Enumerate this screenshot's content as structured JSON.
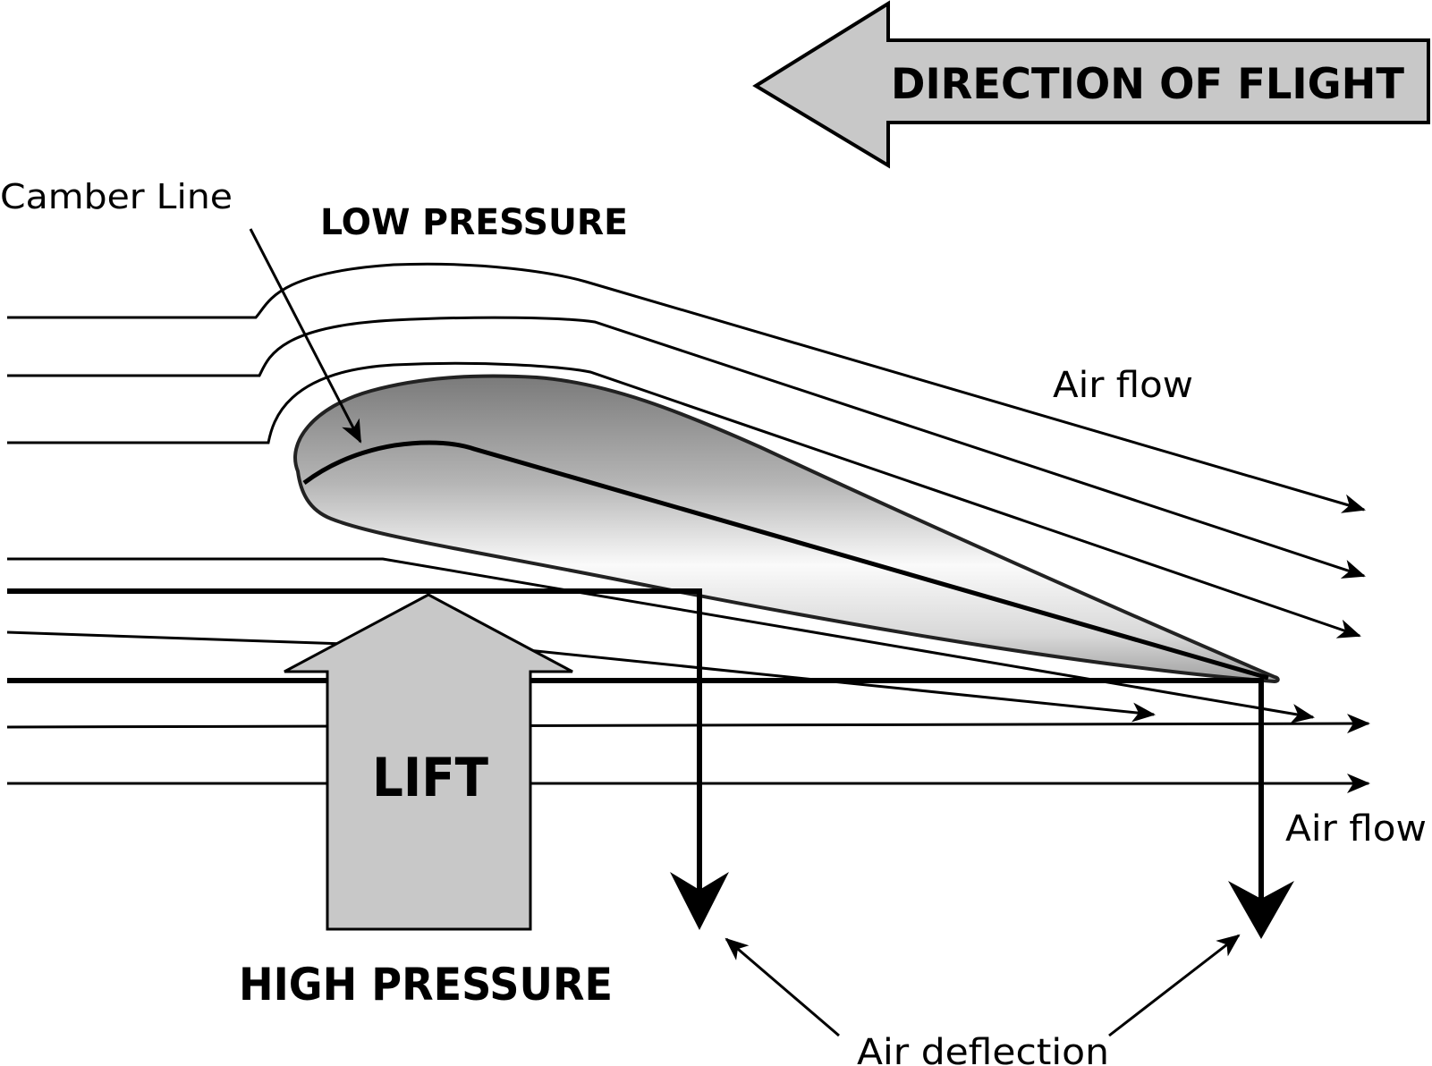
{
  "labels": {
    "direction": "DIRECTION OF FLIGHT",
    "camber_line": "Camber Line",
    "low_pressure": "LOW PRESSURE",
    "air_flow_upper": "Air flow",
    "air_flow_lower": "Air flow",
    "lift": "LIFT",
    "high_pressure": "HIGH PRESSURE",
    "air_deflection": "Air deflection"
  },
  "colors": {
    "ink": "#000000",
    "arrow_fill": "#c8c8c8",
    "airfoil_dark": "#8a8a8a",
    "airfoil_light": "#f4f4f4"
  }
}
